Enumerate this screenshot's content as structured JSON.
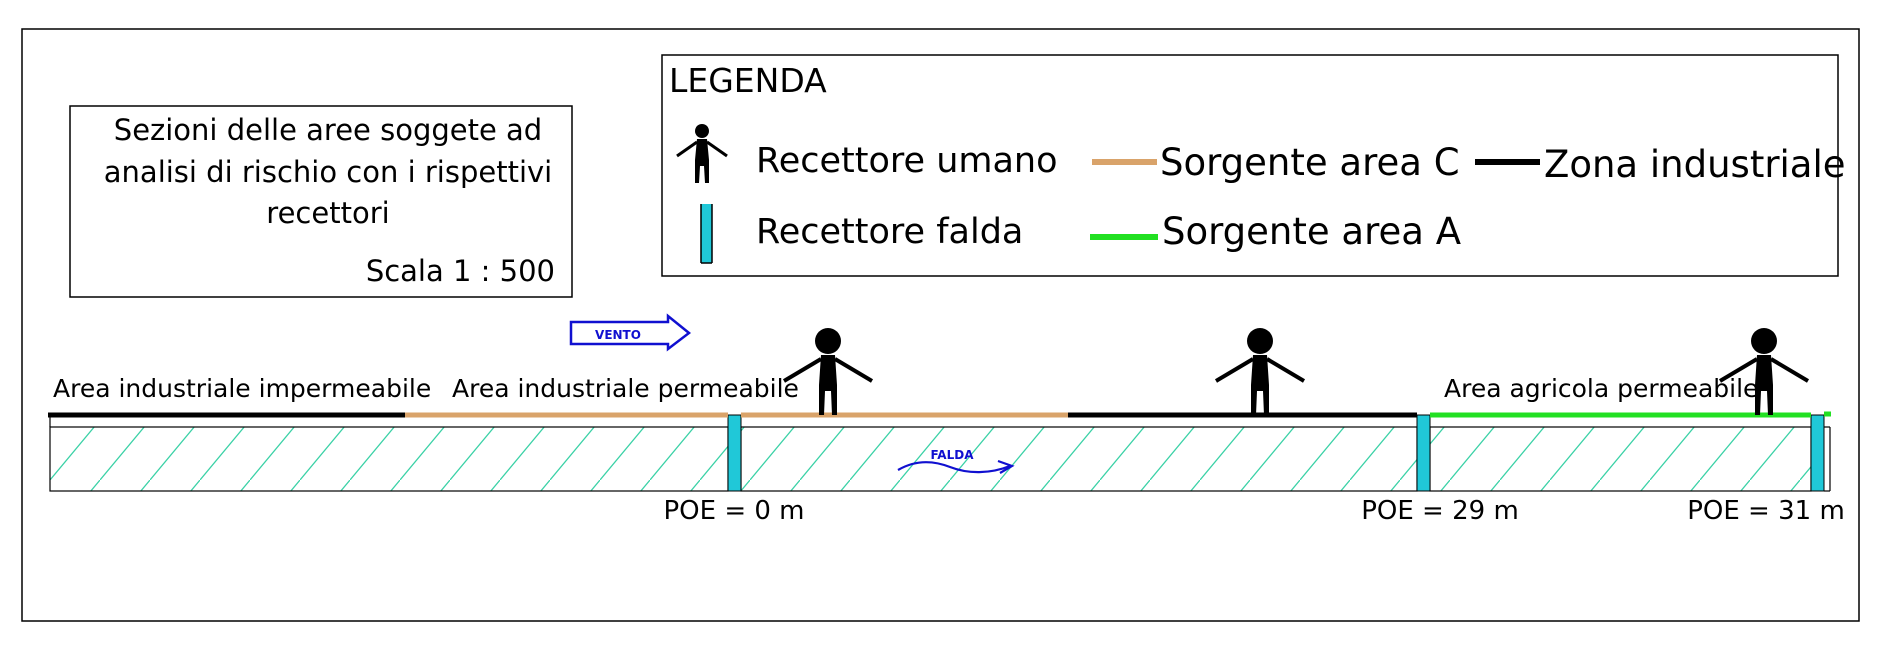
{
  "title_box": {
    "line1": "Sezioni delle aree soggete ad",
    "line2": "analisi di rischio con i rispettivi",
    "line3": "recettori",
    "scale": "Scala 1 : 500"
  },
  "legend": {
    "title": "LEGENDA",
    "human_receptor": "Recettore umano",
    "aquifer_receptor": "Recettore falda",
    "source_c": "Sorgente area C",
    "source_a": "Sorgente area A",
    "industrial_zone": "Zona industriale"
  },
  "labels": {
    "vento": "VENTO",
    "falda": "FALDA",
    "area_ind_imp": "Area industriale impermeabile",
    "area_ind_perm": "Area industriale permeabile",
    "area_agr_perm": "Area agricola permeabile"
  },
  "poe": {
    "p0": "POE = 0 m",
    "p29": "POE = 29 m",
    "p31": "POE = 31 m"
  },
  "colors": {
    "source_c": "#d9a36a",
    "source_a": "#22e022",
    "industrial": "#000000",
    "aquifer": "#20c8d8",
    "hatch": "#3ad1a6",
    "arrow": "#1010d0"
  }
}
